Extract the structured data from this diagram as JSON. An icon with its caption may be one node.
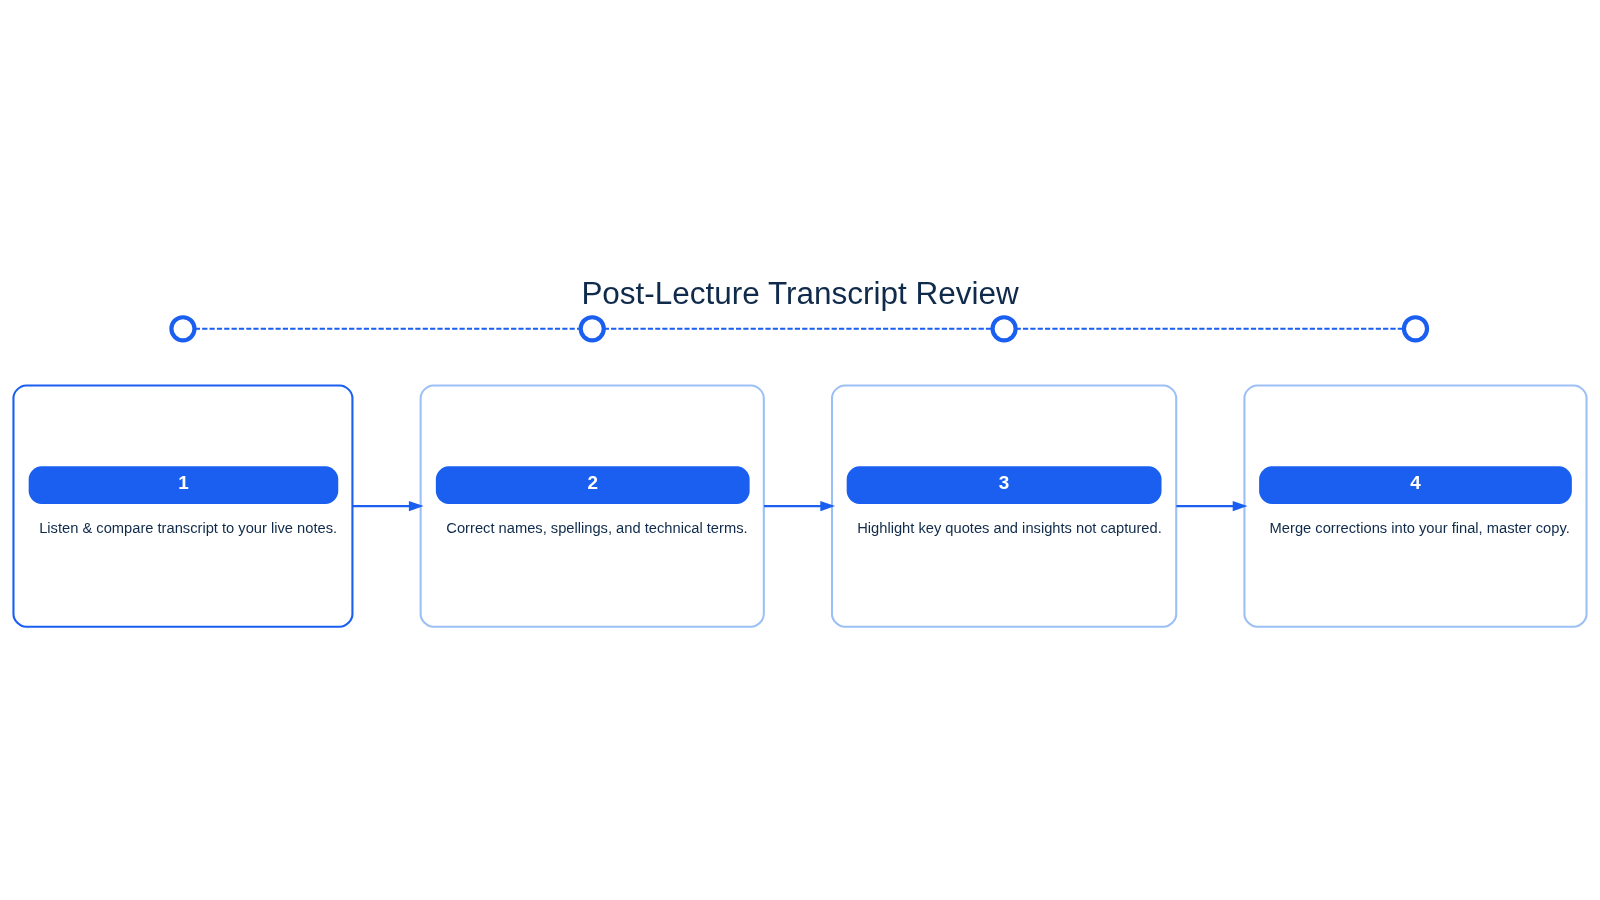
{
  "diagram": {
    "title": "Post-Lecture Transcript Review",
    "nodes": [
      {
        "text": [
          "1",
          "Listen & compare transcript to your live notes."
        ]
      },
      {
        "text": [
          "2",
          "Correct names, spellings, and technical terms."
        ]
      },
      {
        "text": [
          "3",
          "Highlight key quotes and insights not captured."
        ]
      },
      {
        "text": [
          "4",
          "Merge corrections into your final, master copy."
        ]
      },
      {
        "text": [],
        "shape": "circle"
      },
      {
        "text": [],
        "shape": "circle"
      },
      {
        "text": [],
        "shape": "circle"
      },
      {
        "text": [],
        "shape": "circle"
      }
    ],
    "edges": [
      {
        "from": 0,
        "to": 1,
        "arrow": "to"
      },
      {
        "from": 1,
        "to": 2,
        "arrow": "to"
      },
      {
        "from": 2,
        "to": 3,
        "arrow": "to"
      },
      {
        "from": 4,
        "to": 5,
        "arrow": "none",
        "style": "dashed"
      },
      {
        "from": 5,
        "to": 6,
        "arrow": "none",
        "style": "dashed"
      },
      {
        "from": 6,
        "to": 7,
        "arrow": "none",
        "style": "dashed"
      }
    ]
  }
}
